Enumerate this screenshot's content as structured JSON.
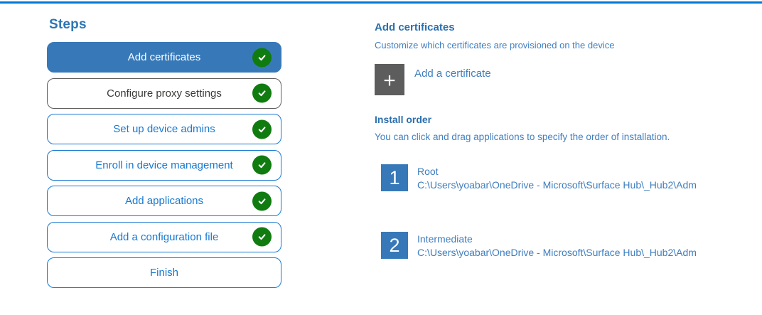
{
  "colors": {
    "top_accent": "#0078d4",
    "selected_step_bg": "#3779b8",
    "step_border_blue": "#1779d2",
    "step_border_gray": "#605e5c",
    "check_green": "#107c10",
    "heading_blue": "#2b6fad",
    "body_blue": "#417fc0",
    "tile_gray": "#5d5d5d"
  },
  "steps_panel": {
    "title": "Steps",
    "steps": [
      {
        "label": "Add certificates",
        "variant": "selected",
        "completed": true
      },
      {
        "label": "Configure proxy settings",
        "variant": "gray",
        "completed": true
      },
      {
        "label": "Set up device admins",
        "variant": "blue",
        "completed": true
      },
      {
        "label": "Enroll in device management",
        "variant": "blue",
        "completed": true
      },
      {
        "label": "Add applications",
        "variant": "blue",
        "completed": true
      },
      {
        "label": "Add a configuration file",
        "variant": "blue",
        "completed": true
      },
      {
        "label": "Finish",
        "variant": "blue",
        "completed": false
      }
    ]
  },
  "content": {
    "heading": "Add certificates",
    "subheading": "Customize which certificates are provisioned on the device",
    "add_certificate": {
      "plus_glyph": "+",
      "label": "Add a certificate"
    },
    "install_order": {
      "heading": "Install order",
      "description": "You can click and drag applications to specify the order of installation.",
      "items": [
        {
          "order": "1",
          "name": "Root",
          "path": "C:\\Users\\yoabar\\OneDrive - Microsoft\\Surface Hub\\_Hub2\\Adm"
        },
        {
          "order": "2",
          "name": "Intermediate",
          "path": "C:\\Users\\yoabar\\OneDrive - Microsoft\\Surface Hub\\_Hub2\\Adm"
        }
      ]
    }
  }
}
